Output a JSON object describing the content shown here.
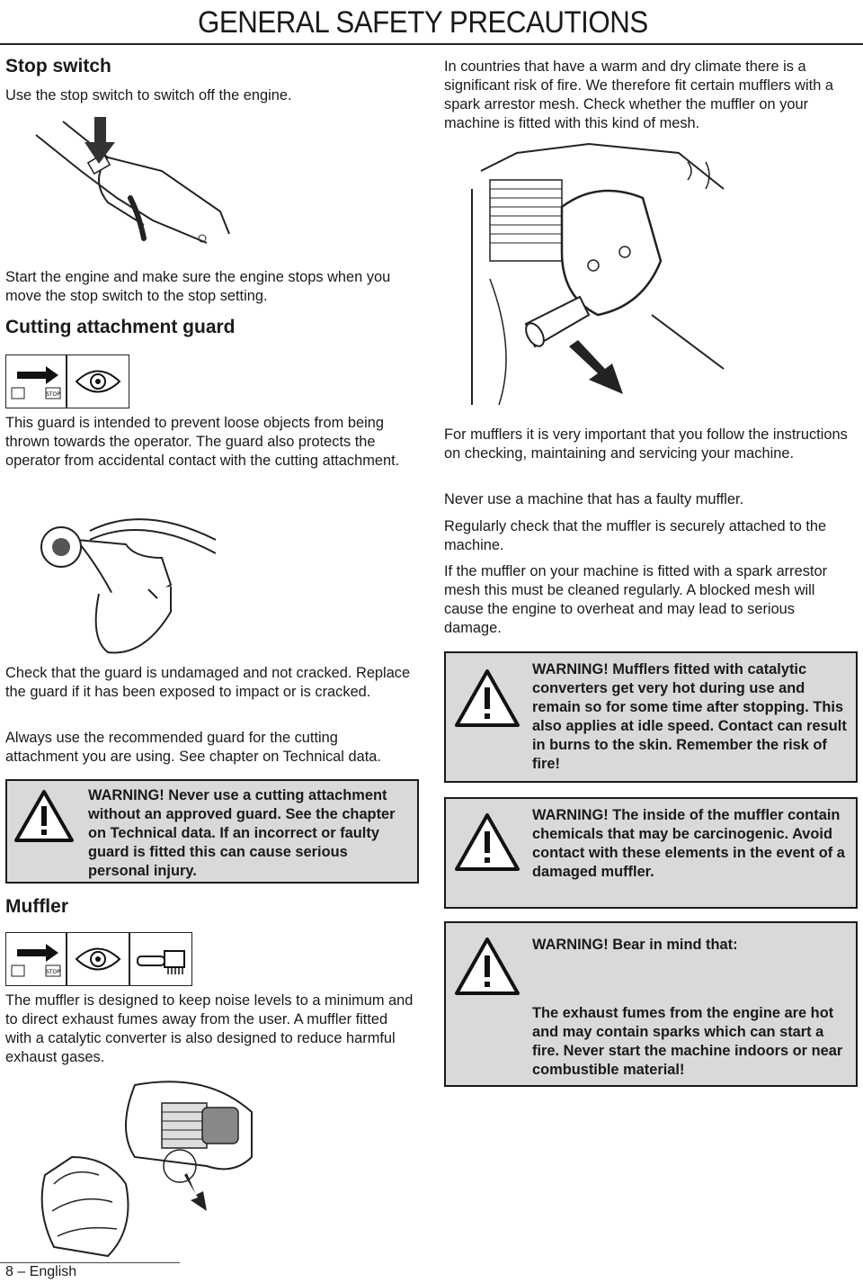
{
  "header": {
    "title": "GENERAL SAFETY PRECAUTIONS"
  },
  "stop_switch": {
    "heading": "Stop switch",
    "intro": "Use the stop switch to switch off the engine.",
    "test": "Start the engine and make sure the engine stops when you move the stop switch to the stop setting."
  },
  "guard": {
    "heading": "Cutting attachment guard",
    "description": "This guard is intended to prevent loose objects from being thrown towards the operator. The guard also protects the operator from accidental contact with the cutting attachment.",
    "check": "Check that the guard is undamaged and not cracked. Replace the guard if it has been exposed to impact or is cracked.",
    "recommend": "Always use the recommended guard for the cutting attachment you are using. See chapter on Technical data.",
    "warning": "WARNING! Never use a cutting attachment without an approved guard. See the chapter on Technical data. If an incorrect or faulty guard is fitted this can cause serious personal injury."
  },
  "muffler": {
    "heading": "Muffler",
    "description": "The muffler is designed to keep noise levels to a minimum and to direct exhaust fumes away from the user. A muffler fitted with a catalytic converter is also designed to reduce harmful exhaust gases."
  },
  "right": {
    "fire_risk": "In countries that have a warm and dry climate there is a significant risk of fire. We therefore fit certain mufflers with a spark arrestor mesh. Check whether the muffler on your machine is fitted with this kind of mesh.",
    "follow": "For mufflers it is very important that you follow the instructions on checking, maintaining and servicing your machine.",
    "never_faulty": "Never use a machine that has a faulty muffler.",
    "regular_check": "Regularly check that the muffler is securely attached to the machine.",
    "spark_mesh": "If the muffler on your machine is fitted with a spark arrestor mesh this must be cleaned regularly. A blocked mesh will cause the engine to overheat and may lead to serious damage.",
    "warning_catalytic": "WARNING! Mufflers fitted with catalytic converters get very hot during use and remain so for some time after stopping. This also applies at idle speed. Contact can result in burns to the skin. Remember the risk of fire!",
    "warning_chemicals": "WARNING! The inside of the muffler contain chemicals that may be carcinogenic. Avoid contact with these elements in the event of a damaged muffler.",
    "warning_bear_title": "WARNING! Bear in mind that:",
    "warning_bear_body": "The exhaust fumes from the engine are hot and may contain sparks which can start a fire. Never start the machine indoors or near combustible material!"
  },
  "footer": {
    "page": "8 – English"
  }
}
